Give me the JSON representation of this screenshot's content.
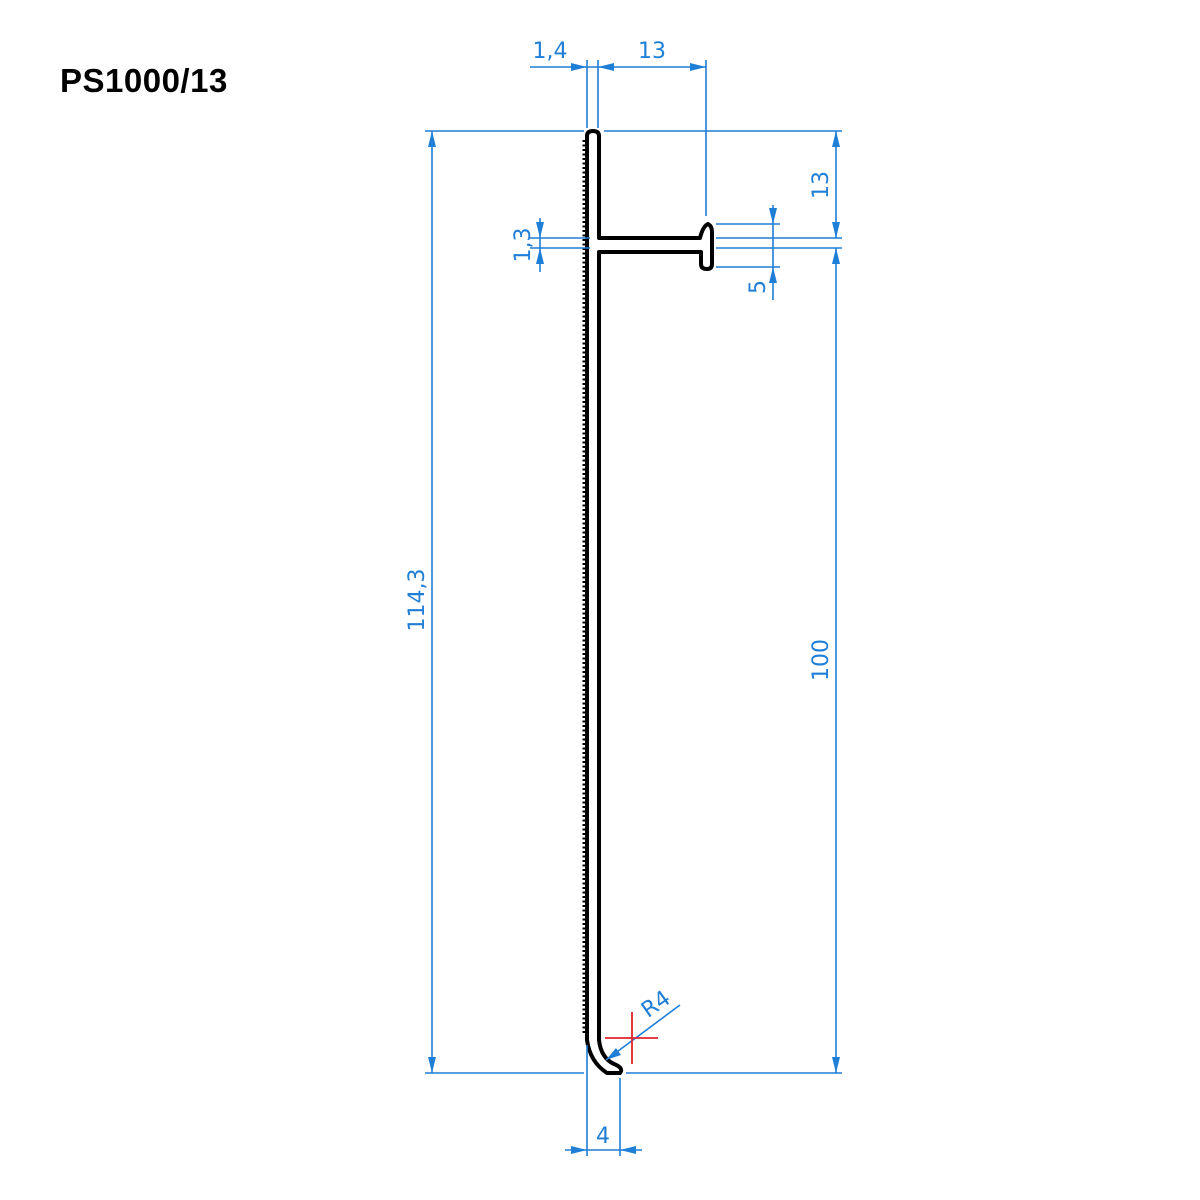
{
  "title": "PS1000/13",
  "colors": {
    "dimension": "#1f7fd6",
    "center_mark": "#e0242b",
    "profile": "#000000"
  },
  "dimensions": {
    "thickness": "1,4",
    "arm_length": "13",
    "top_to_arm": "13",
    "arm_thickness": "1,3",
    "head_height": "5",
    "total_height": "114,3",
    "arm_to_bottom": "100",
    "foot_width": "4",
    "foot_radius": "R4"
  }
}
